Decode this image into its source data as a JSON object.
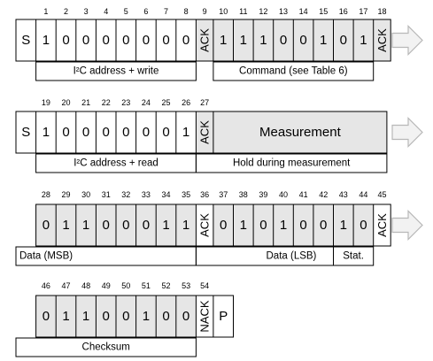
{
  "colors": {
    "line": "#000000",
    "shaded": "#e6e6e6",
    "arrow_fill": "#f2f2f2",
    "arrow_stroke": "#b8b8b8"
  },
  "rows": [
    {
      "bit_numbers": [
        "1",
        "2",
        "3",
        "4",
        "5",
        "6",
        "7",
        "8",
        "9",
        "10",
        "11",
        "12",
        "13",
        "14",
        "15",
        "16",
        "17",
        "18"
      ],
      "start": "S",
      "bits_a": [
        "1",
        "0",
        "0",
        "0",
        "0",
        "0",
        "0",
        "0"
      ],
      "ack_a": "ACK",
      "bits_b": [
        "1",
        "1",
        "1",
        "0",
        "0",
        "1",
        "0",
        "1"
      ],
      "ack_b": "ACK",
      "label_a": "I²C address + write",
      "label_b": "Command (see Table 6)"
    },
    {
      "bit_numbers": [
        "19",
        "20",
        "21",
        "22",
        "23",
        "24",
        "25",
        "26",
        "27"
      ],
      "start": "S",
      "bits_a": [
        "1",
        "0",
        "0",
        "0",
        "0",
        "0",
        "0",
        "1"
      ],
      "ack_a": "ACK",
      "measurement": "Measurement",
      "label_a": "I²C address + read",
      "label_b": "Hold during measurement"
    },
    {
      "bit_numbers": [
        "28",
        "29",
        "30",
        "31",
        "32",
        "33",
        "34",
        "35",
        "36",
        "37",
        "38",
        "39",
        "40",
        "41",
        "42",
        "43",
        "44",
        "45"
      ],
      "bits_a": [
        "0",
        "1",
        "1",
        "0",
        "0",
        "0",
        "1",
        "1"
      ],
      "ack_a": "ACK",
      "bits_b": [
        "0",
        "1",
        "0",
        "1",
        "0",
        "0",
        "1",
        "0"
      ],
      "ack_b": "ACK",
      "label_a": "Data (MSB)",
      "label_b": "Data (LSB)",
      "label_c": "Stat."
    },
    {
      "bit_numbers": [
        "46",
        "47",
        "48",
        "49",
        "50",
        "51",
        "52",
        "53",
        "54"
      ],
      "bits_a": [
        "0",
        "1",
        "1",
        "0",
        "0",
        "1",
        "0",
        "0"
      ],
      "nack": "NACK",
      "stop": "P",
      "label_a": "Checksum"
    }
  ],
  "arrows": [
    "continue-arrow",
    "continue-arrow",
    "continue-arrow"
  ]
}
